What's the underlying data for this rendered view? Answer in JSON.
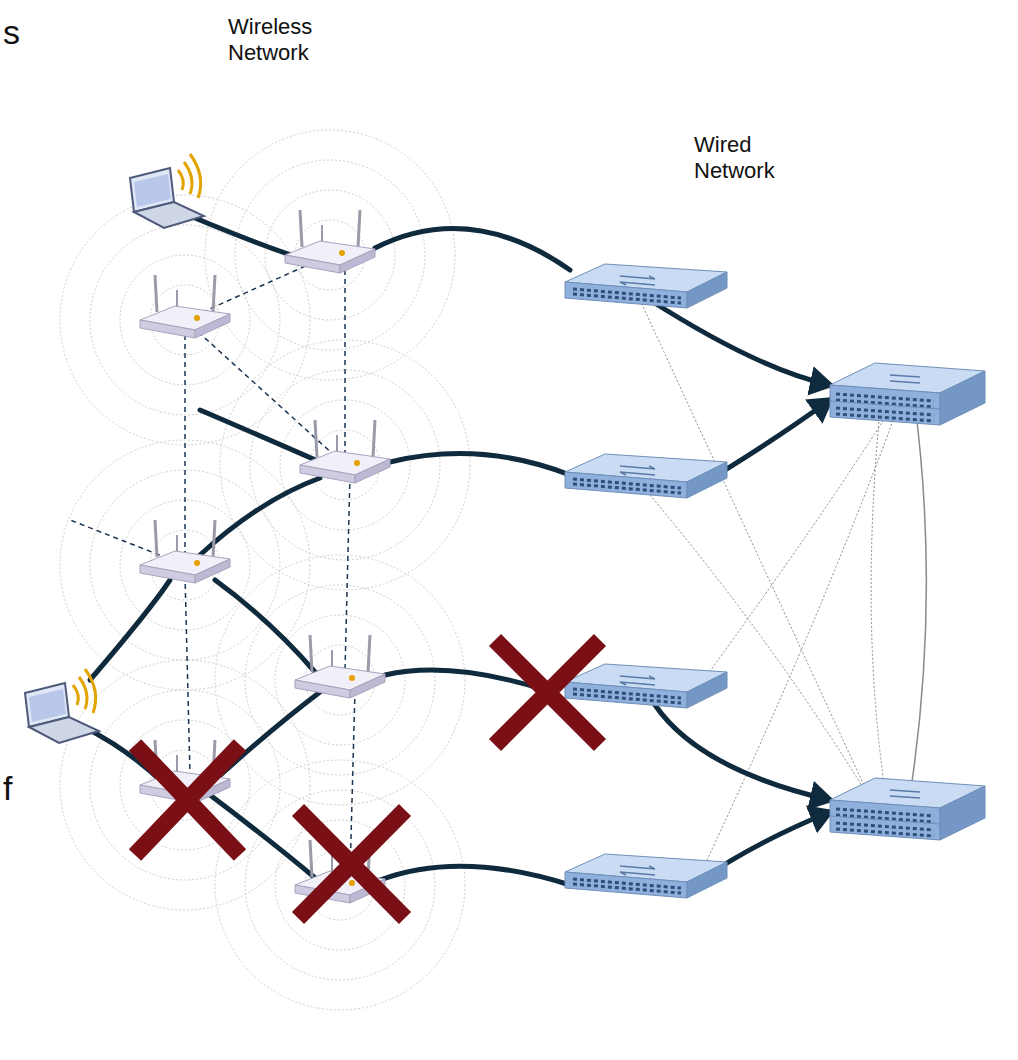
{
  "diagram": {
    "labels": [
      "Wireless Network",
      "Wired Network",
      "s",
      "f"
    ]
  }
}
